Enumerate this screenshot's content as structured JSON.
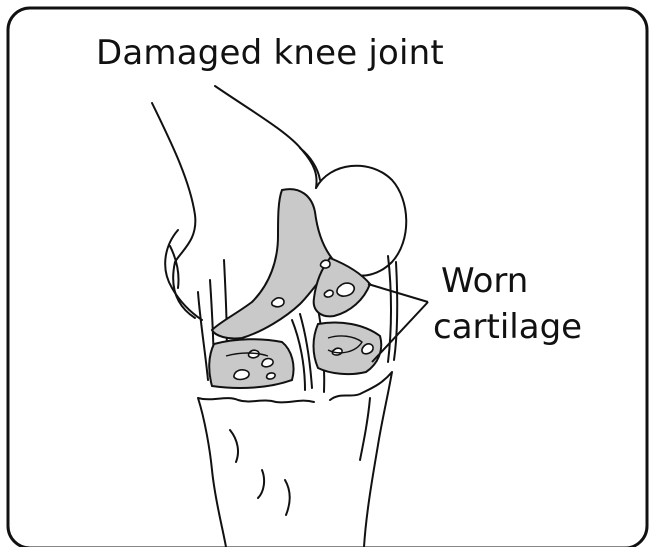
{
  "figure": {
    "title": "Damaged knee joint",
    "callout": {
      "line1": "Worn",
      "line2": "cartilage"
    },
    "colors": {
      "stroke": "#111111",
      "cartilage_fill": "#c9c9c9",
      "background": "#ffffff"
    }
  }
}
